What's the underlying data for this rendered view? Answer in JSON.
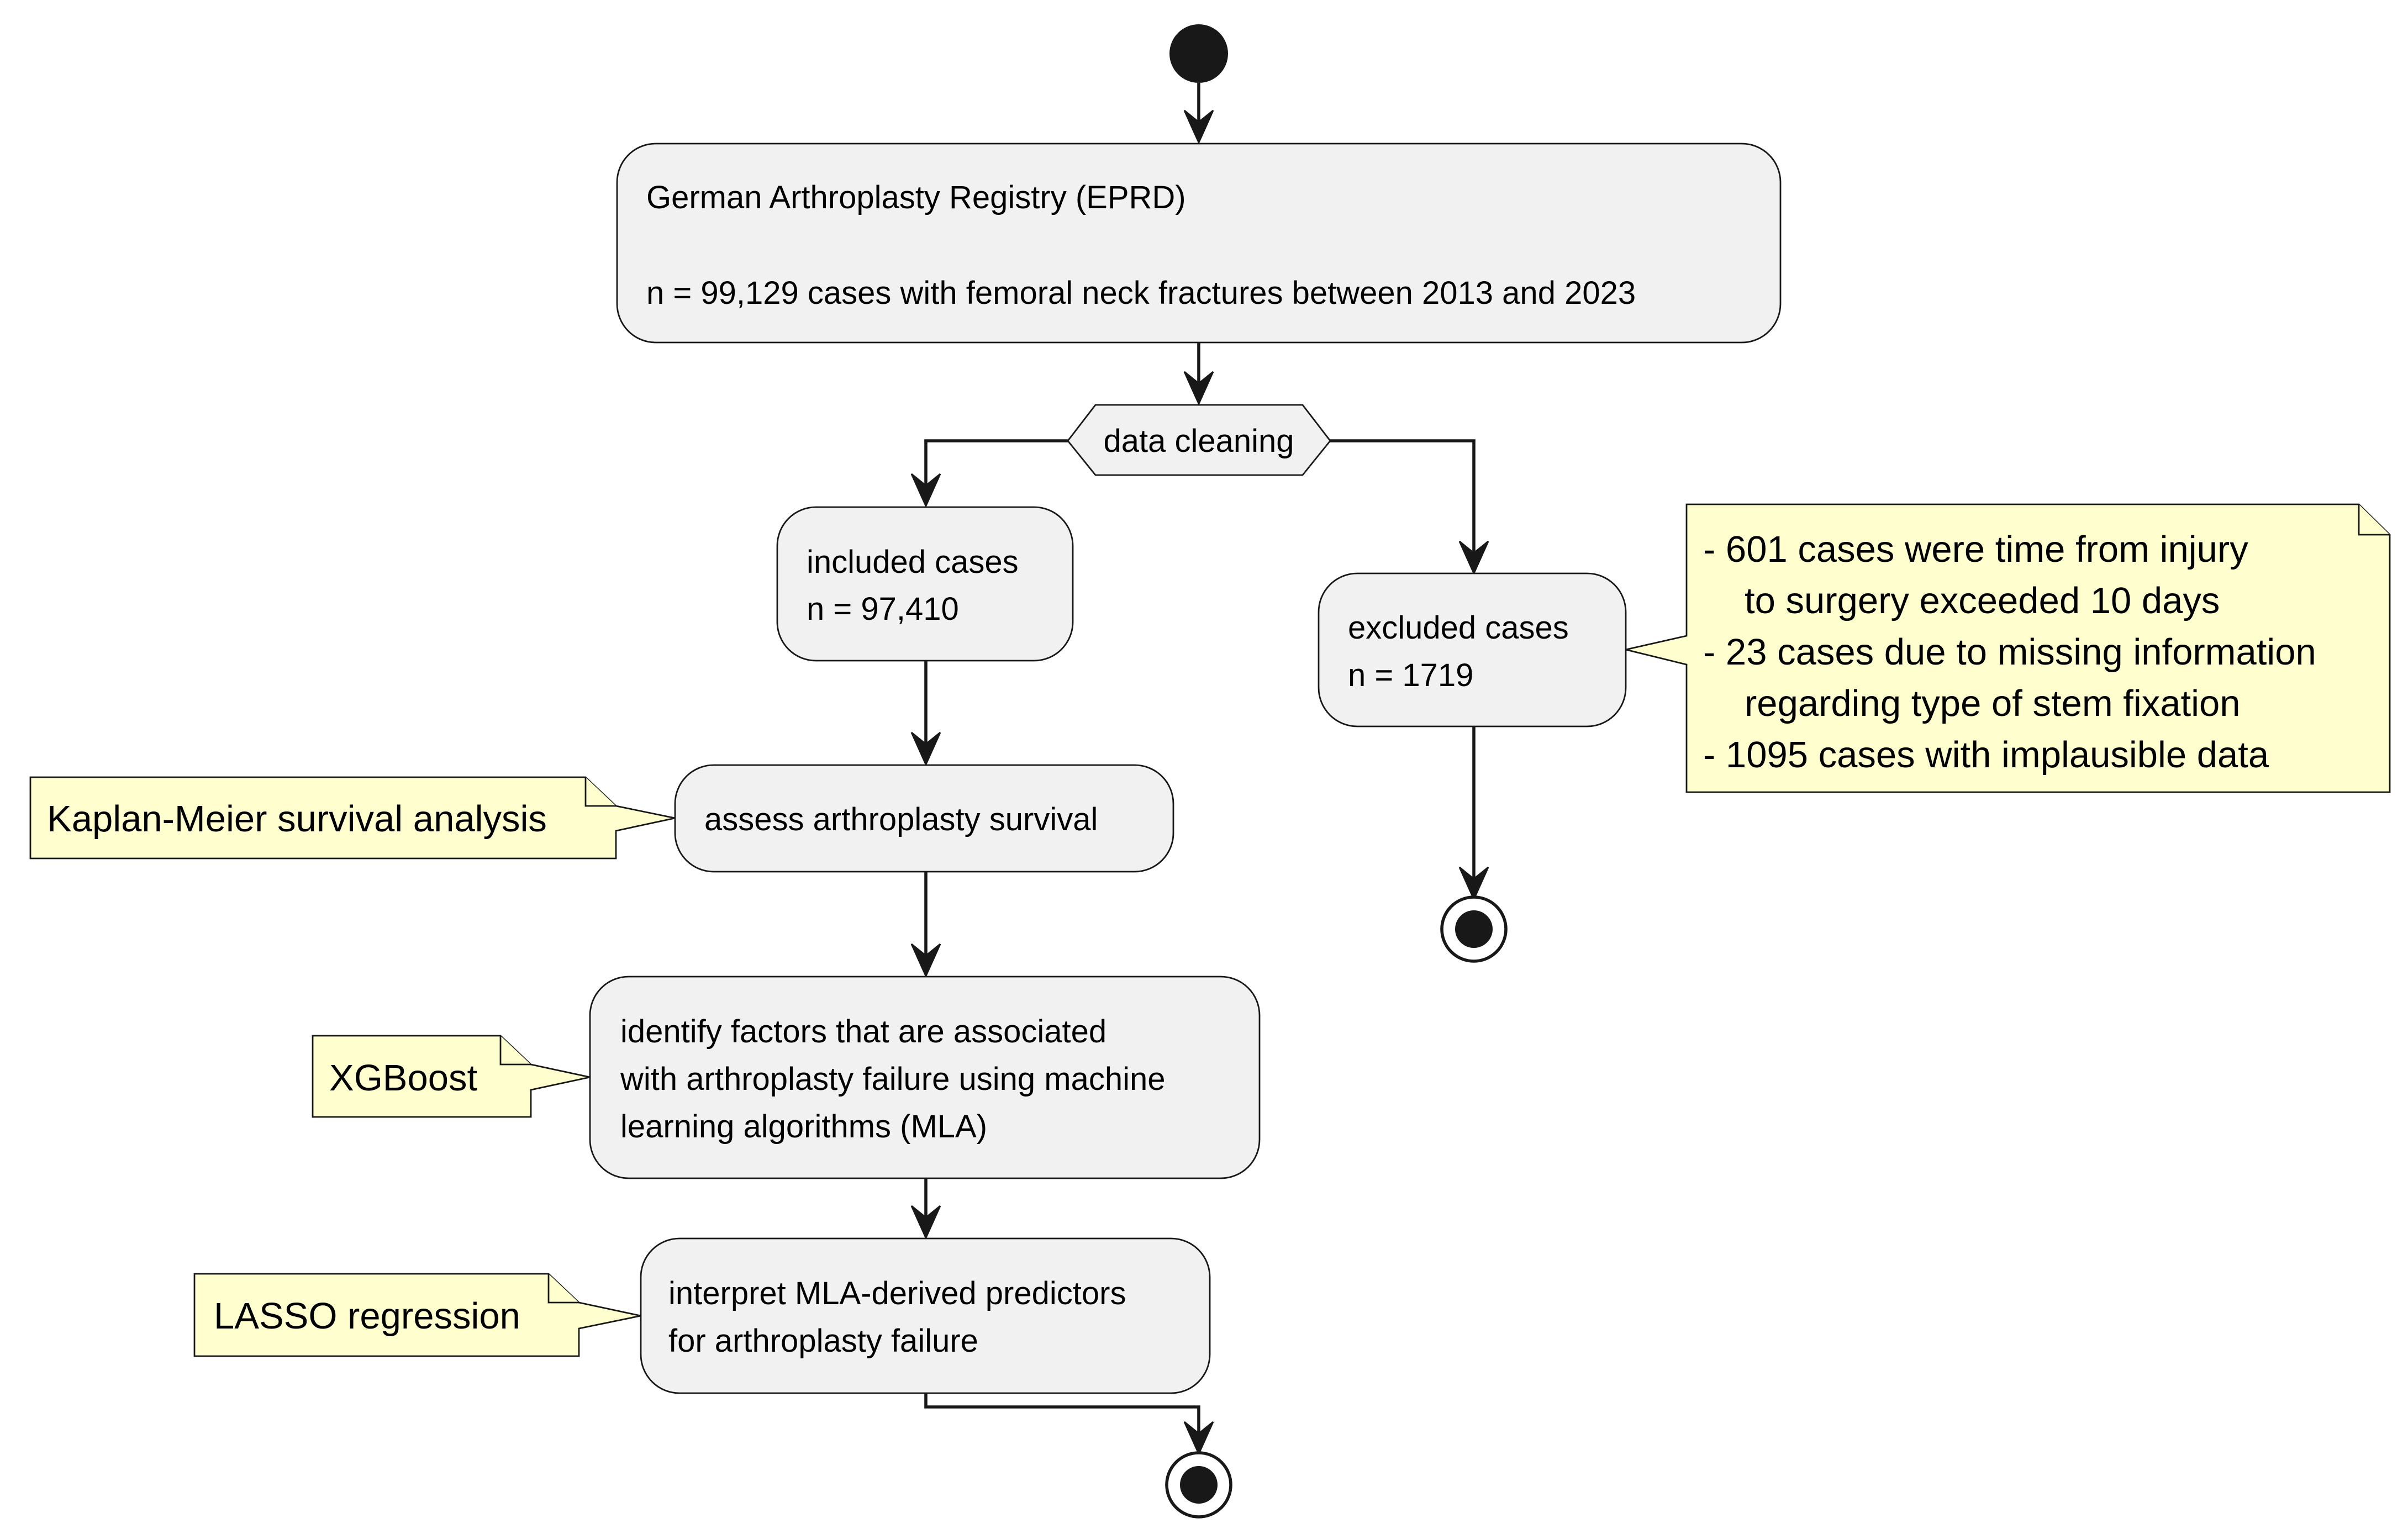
{
  "nodes": {
    "registry": {
      "title": "German Arthroplasty Registry (EPRD)",
      "detail": "n = 99,129 cases with femoral neck fractures between 2013 and 2023"
    },
    "data_cleaning": "data cleaning",
    "included": {
      "line1": "included cases",
      "line2": "n = 97,410"
    },
    "excluded": {
      "line1": "excluded cases",
      "line2": "n = 1719"
    },
    "assess": "assess arthroplasty survival",
    "identify": {
      "line1": "identify factors that are associated",
      "line2": "with arthroplasty failure using machine",
      "line3": "learning algorithms (MLA)"
    },
    "interpret": {
      "line1": "interpret MLA-derived predictors",
      "line2": "for arthroplasty failure"
    }
  },
  "notes": {
    "exclusions": {
      "line1": "- 601 cases were time from injury",
      "line2": "to surgery exceeded 10 days",
      "line3": "- 23 cases due to missing information",
      "line4": "regarding type of stem fixation",
      "line5": "- 1095 cases with implausible data"
    },
    "kaplan_meier": "Kaplan-Meier survival analysis",
    "xgboost": "XGBoost",
    "lasso": "LASSO regression"
  },
  "colors": {
    "node_fill": "#f1f1f1",
    "note_fill": "#fefece",
    "line": "#181818"
  }
}
